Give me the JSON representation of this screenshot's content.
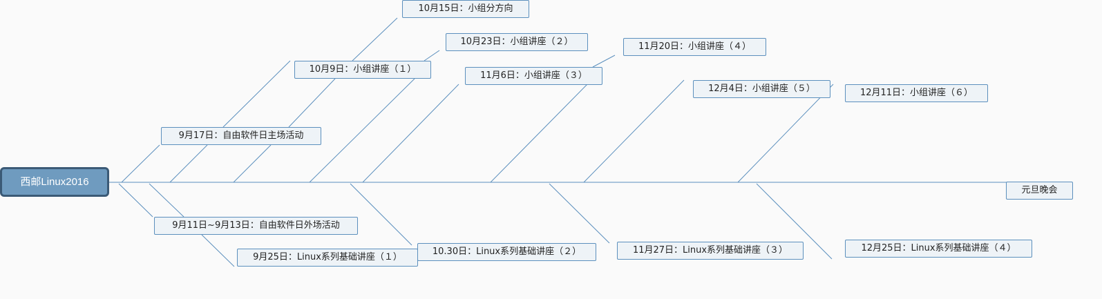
{
  "root": {
    "label": "西邮Linux2016"
  },
  "colors": {
    "line": "#5b8fbd",
    "node_fill": "#eef3f7",
    "root_fill": "#6f9bbf",
    "root_border": "#3b5a76"
  },
  "events": {
    "e0915": "10月15日：小组分方向",
    "e1023": "10月23日：小组讲座（２）",
    "e1120": "11月20日：小组讲座（４）",
    "e1009": "10月9日：小组讲座（１）",
    "e1106": "11月6日：小组讲座（３）",
    "e1204": "12月4日：小组讲座（５）",
    "e1211": "12月11日：小组讲座（６）",
    "e0917": "9月17日：自由软件日主场活动",
    "e0911": "9月11日~9月13日：自由软件日外场活动",
    "e0925": "9月25日：Linux系列基础讲座（１）",
    "e1030": "10.30日：Linux系列基础讲座（２）",
    "e1127": "11月27日：Linux系列基础讲座（３）",
    "e1225": "12月25日：Linux系列基础讲座（４）",
    "newyear": "元旦晚会"
  }
}
